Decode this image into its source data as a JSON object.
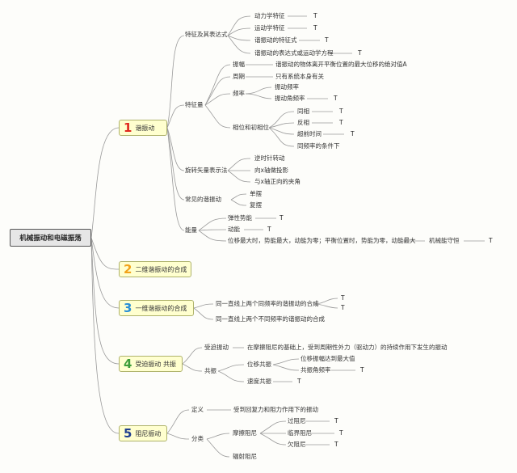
{
  "root": {
    "label": "机械振动和电磁振荡"
  },
  "t1": {
    "num": "1",
    "label": "谐振动"
  },
  "t2": {
    "num": "2",
    "label": "二维谐振动的合成"
  },
  "t3": {
    "num": "3",
    "label": "一维谐振动的合成"
  },
  "t4": {
    "num": "4",
    "label": "受迫振动 共振"
  },
  "t5": {
    "num": "5",
    "label": "阻尼振动"
  },
  "colors": {
    "t1_num": "#e0281e",
    "t2_num": "#f2a31b",
    "t3_num": "#2a8fd6",
    "t4_num": "#3e9e3a",
    "t5_num": "#1f3f8f",
    "background": "#fdfdfa",
    "topic_fill": "#ffffcf",
    "line": "#999999"
  },
  "mark": "T",
  "n": {
    "tezheng": "特征及其表达式",
    "dlx": "动力学特征",
    "ydx": "运动学特征",
    "xzd": "谐振动的特征式",
    "bds": "谐振动的表达式或运动学方程",
    "tzl": "特征量",
    "zf": "振幅",
    "zf_d": "谐振动的物体离开平衡位置的最大位移的绝对值A",
    "zq": "周期",
    "zq_d": "只有系统本身有关",
    "pl": "频率",
    "zdpl": "振动频率",
    "zdjpl": "振动角频率",
    "xw": "相位和初相位",
    "tx": "同相",
    "fx": "反相",
    "cq": "超前时间",
    "tpl": "同频率的条件下",
    "xz": "旋转矢量表示法",
    "nsz": "逆时针转动",
    "xzz": "向x轴做投影",
    "yzz": "与x轴正向的夹角",
    "cj": "常见的谐振动",
    "db": "单摆",
    "fb": "复摆",
    "nl": "能量",
    "tx_e": "弹性势能",
    "dn": "动能",
    "nl_d": "位移最大时，势能最大，动能为零；平衡位置时，势能为零，动能最大",
    "jxs": "机械能守恒",
    "t3a": "同一直线上两个同频率的谐振动的合成",
    "t3b": "同一直线上两个不同频率的谐振动的合成",
    "spz": "受迫振动",
    "spz_d": "在摩擦阻尼的基础上，受到周期性外力（驱动力）的持续作用下发生的振动",
    "gz": "共振",
    "wygz": "位移共振",
    "wyzd": "位移振幅达到最大值",
    "gzj": "共振角频率",
    "sdgz": "速度共振",
    "dy": "定义",
    "dy_d": "受到回复力和阻力作用下的振动",
    "fl": "分类",
    "mczn": "摩擦阻尼",
    "gzn": "过阻尼",
    "ljzn": "临界阻尼",
    "qzn": "欠阻尼",
    "fszn": "辐射阻尼"
  }
}
